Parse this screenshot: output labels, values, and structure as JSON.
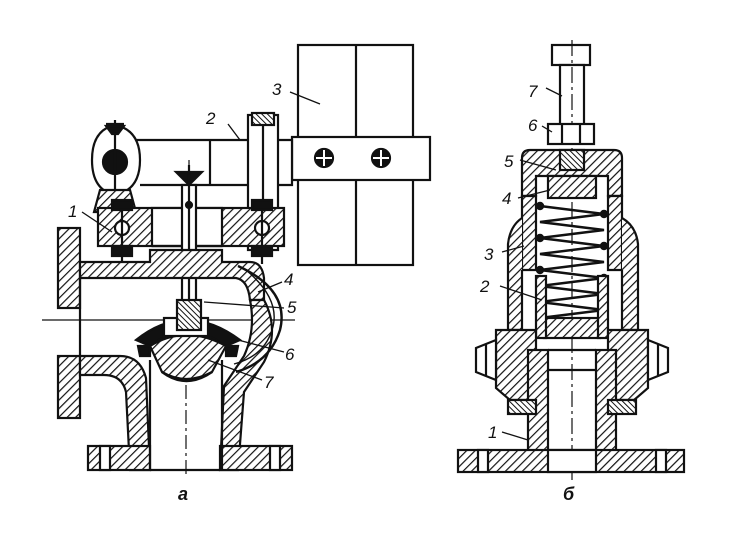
{
  "diagram_a": {
    "labels": {
      "l1": "1",
      "l2": "2",
      "l3": "3",
      "l4": "4",
      "l5": "5",
      "l6": "6",
      "l7": "7"
    },
    "caption": "а"
  },
  "diagram_b": {
    "labels": {
      "l1": "1",
      "l2": "2",
      "l3": "3",
      "l4": "4",
      "l5": "5",
      "l6": "6",
      "l7": "7"
    },
    "caption": "б"
  }
}
